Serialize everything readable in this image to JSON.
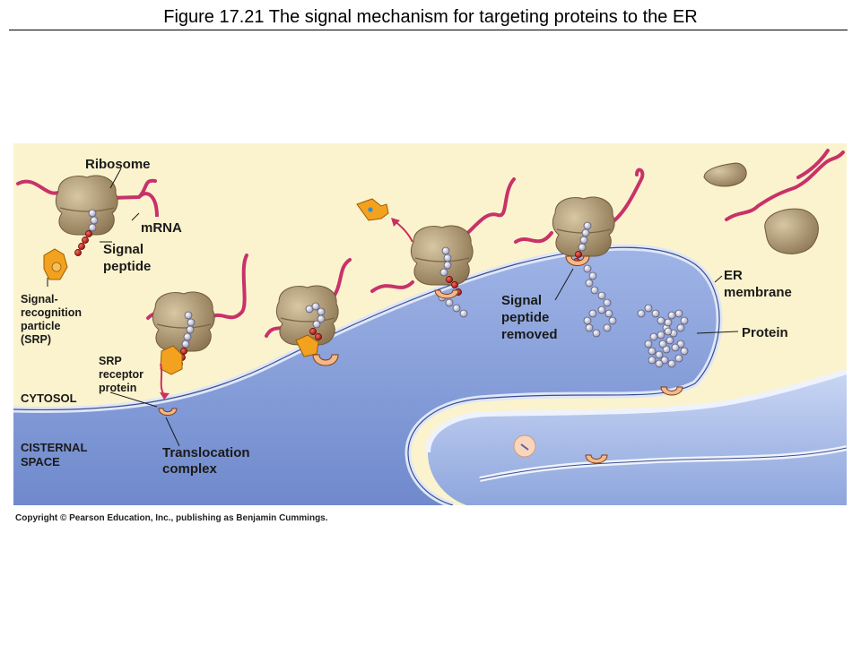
{
  "figure": {
    "title": "Figure 17.21  The signal mechanism for targeting proteins to the ER",
    "copyright": "Copyright © Pearson Education, Inc., publishing as Benjamin Cummings."
  },
  "labels": {
    "ribosome": "Ribosome",
    "mrna": "mRNA",
    "signal_peptide": [
      "Signal",
      "peptide"
    ],
    "srp": [
      "Signal-",
      "recognition",
      "particle",
      "(SRP)"
    ],
    "srp_receptor": [
      "SRP",
      "receptor",
      "protein"
    ],
    "cytosol": "CYTOSOL",
    "cisternal_space": [
      "CISTERNAL",
      "SPACE"
    ],
    "translocation_complex": [
      "Translocation",
      "complex"
    ],
    "signal_peptide_removed": [
      "Signal",
      "peptide",
      "removed"
    ],
    "er_membrane": [
      "ER",
      "membrane"
    ],
    "protein": "Protein"
  },
  "colors": {
    "cytosol": "#fbf3cd",
    "lumen": "#8aa3db",
    "membrane_outer": "#cdd8f3",
    "ribosome": "#b39a72",
    "mrna": "#c8326a",
    "srp": "#f2a21e",
    "translocon": "#f6b889",
    "signal_bead": "#c0161a",
    "protein_bead": "#e9e9f3"
  }
}
